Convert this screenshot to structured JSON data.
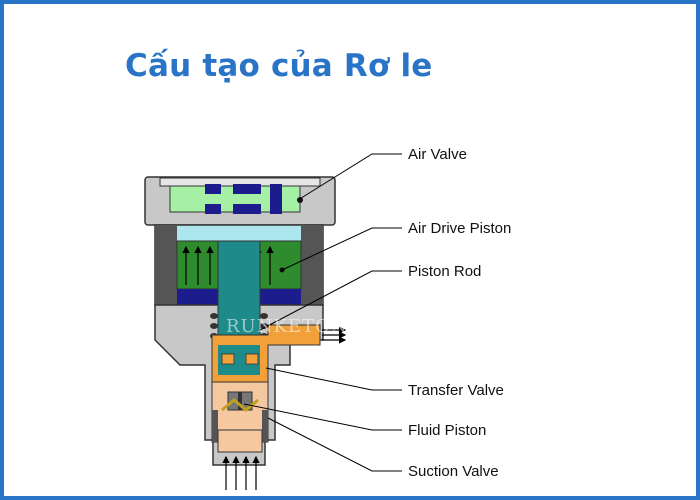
{
  "title": "Cấu tạo của Rơ le",
  "labels": {
    "air_valve": "Air Valve",
    "air_drive_piston": "Air Drive Piston",
    "piston_rod": "Piston Rod",
    "transfer_valve": "Transfer Valve",
    "fluid_piston": "Fluid Piston",
    "suction_valve": "Suction Valve"
  },
  "watermark": "RUNKETONG.ORG",
  "colors": {
    "frame_border": "#2a74c7",
    "title": "#2a74c7",
    "housing": "#c8c8c8",
    "air_valve": "#a6f0a6",
    "air_chamber": "#2e8b2e",
    "piston_rod": "#1f8a8a",
    "transfer_valve": "#f2a03a",
    "fluid_piston": "#f5c8a0"
  }
}
